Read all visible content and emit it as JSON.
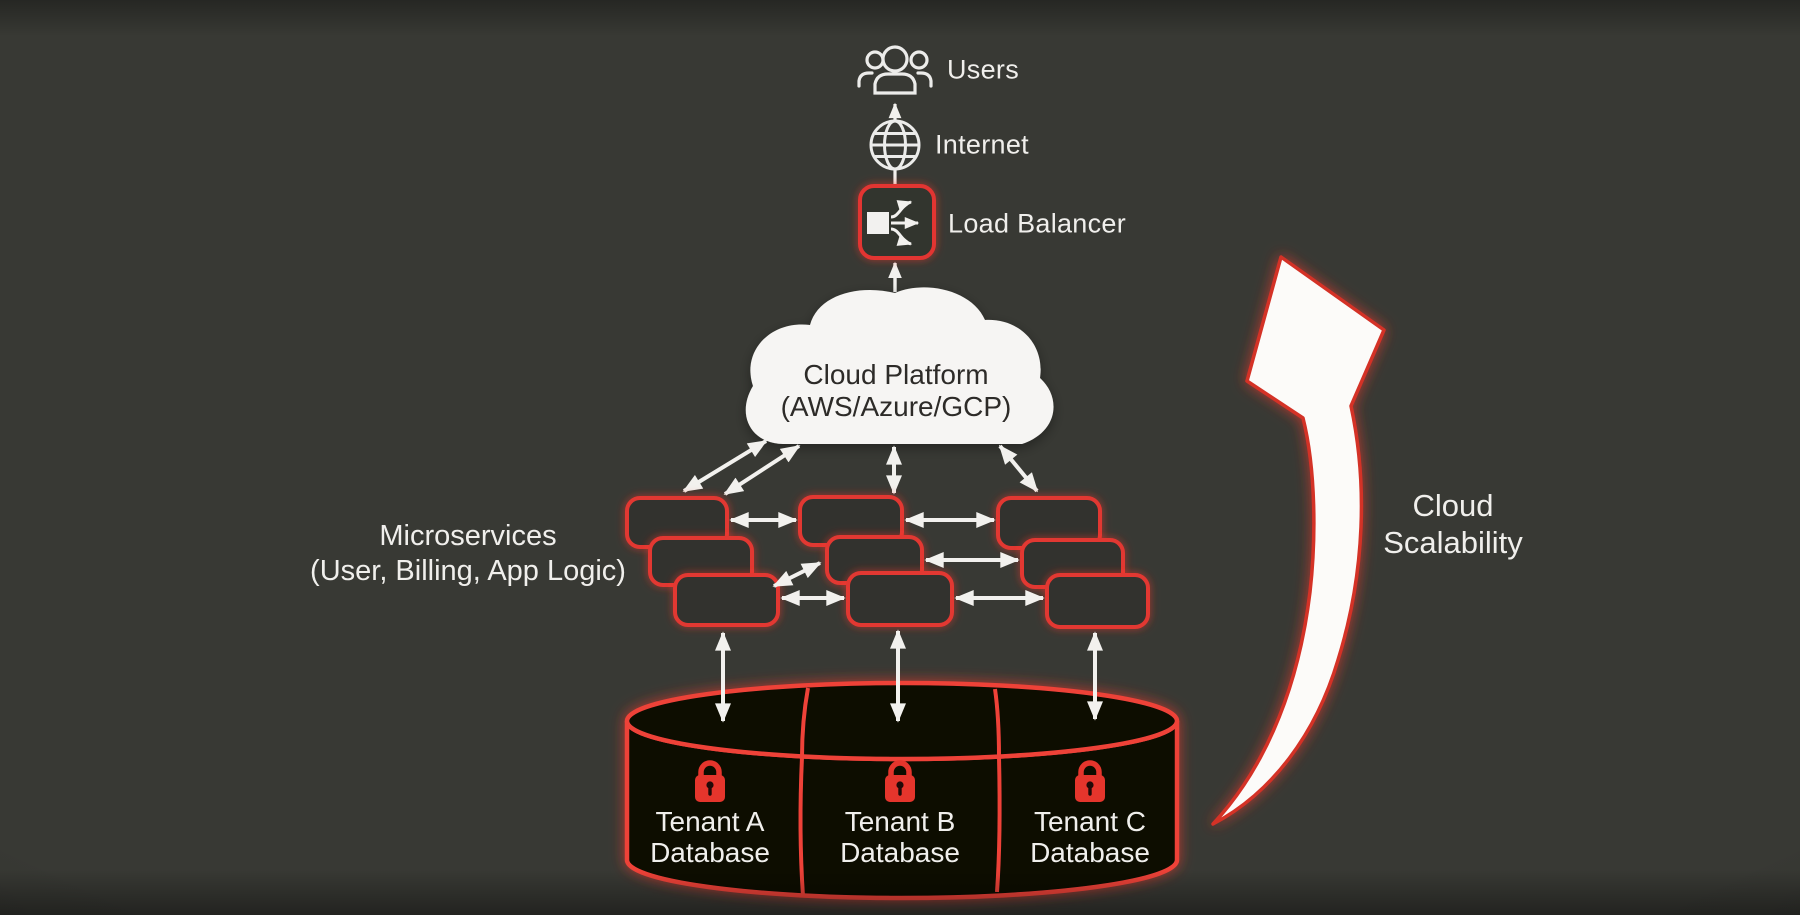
{
  "colors": {
    "background": "#383934",
    "accent_red": "#e23731",
    "glow_red": "#ff392b",
    "white": "#f2f1ee",
    "cloud_fill": "#f6f5f3",
    "cloud_text": "#2d2b28",
    "database_fill": "#070706"
  },
  "diagram": {
    "users": {
      "label": "Users"
    },
    "internet": {
      "label": "Internet"
    },
    "load_balancer": {
      "label": "Load Balancer"
    },
    "cloud_platform": {
      "line1": "Cloud Platform",
      "line2": "(AWS/Azure/GCP)"
    },
    "microservices": {
      "line1": "Microservices",
      "line2": "(User, Billing, App Logic)"
    },
    "cloud_scalability": {
      "line1": "Cloud",
      "line2": "Scalability"
    },
    "databases": [
      {
        "line1": "Tenant A",
        "line2": "Database"
      },
      {
        "line1": "Tenant B",
        "line2": "Database"
      },
      {
        "line1": "Tenant C",
        "line2": "Database"
      }
    ],
    "icons": {
      "users": "users-group-icon",
      "internet": "globe-icon",
      "load_balancer": "load-balancer-split-icon",
      "database_security": "lock-icon",
      "scalability": "curved-up-arrow"
    }
  }
}
